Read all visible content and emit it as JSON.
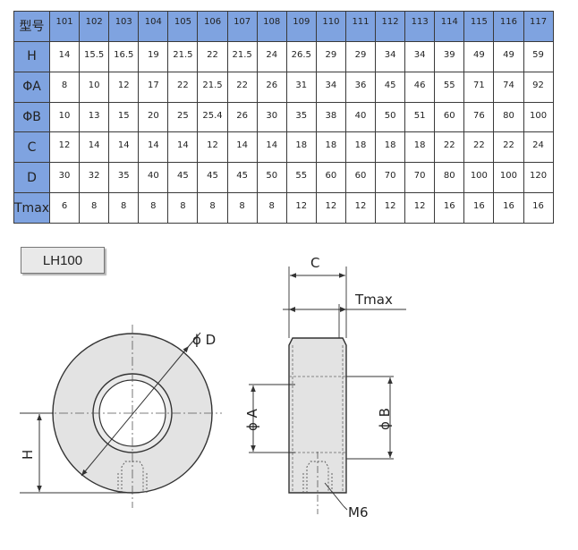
{
  "table": {
    "header_label": "型号",
    "models": [
      "101",
      "102",
      "103",
      "104",
      "105",
      "106",
      "107",
      "108",
      "109",
      "110",
      "111",
      "112",
      "113",
      "114",
      "115",
      "116",
      "117"
    ],
    "rows": [
      {
        "label": "H",
        "values": [
          "14",
          "15.5",
          "16.5",
          "19",
          "21.5",
          "22",
          "21.5",
          "24",
          "26.5",
          "29",
          "29",
          "34",
          "34",
          "39",
          "49",
          "49",
          "59"
        ]
      },
      {
        "label": "ΦA",
        "values": [
          "8",
          "10",
          "12",
          "17",
          "22",
          "21.5",
          "22",
          "26",
          "31",
          "34",
          "36",
          "45",
          "46",
          "55",
          "71",
          "74",
          "92"
        ]
      },
      {
        "label": "ΦB",
        "values": [
          "10",
          "13",
          "15",
          "20",
          "25",
          "25.4",
          "26",
          "30",
          "35",
          "38",
          "40",
          "50",
          "51",
          "60",
          "76",
          "80",
          "100"
        ]
      },
      {
        "label": "C",
        "values": [
          "12",
          "14",
          "14",
          "14",
          "14",
          "12",
          "14",
          "14",
          "18",
          "18",
          "18",
          "18",
          "18",
          "22",
          "22",
          "22",
          "24"
        ]
      },
      {
        "label": "D",
        "values": [
          "30",
          "32",
          "35",
          "40",
          "45",
          "45",
          "45",
          "50",
          "55",
          "60",
          "60",
          "70",
          "70",
          "80",
          "100",
          "100",
          "120"
        ]
      },
      {
        "label": "Tmax",
        "values": [
          "6",
          "8",
          "8",
          "8",
          "8",
          "8",
          "8",
          "8",
          "12",
          "12",
          "12",
          "12",
          "12",
          "16",
          "16",
          "16",
          "16"
        ]
      }
    ]
  },
  "model_label": "LH100",
  "drawing": {
    "label_phiD": "ϕ D",
    "label_H": "H",
    "label_C": "C",
    "label_Tmax": "Tmax",
    "label_phiA": "ϕ A",
    "label_phiB": "ϕ B",
    "label_M6": "M6"
  }
}
